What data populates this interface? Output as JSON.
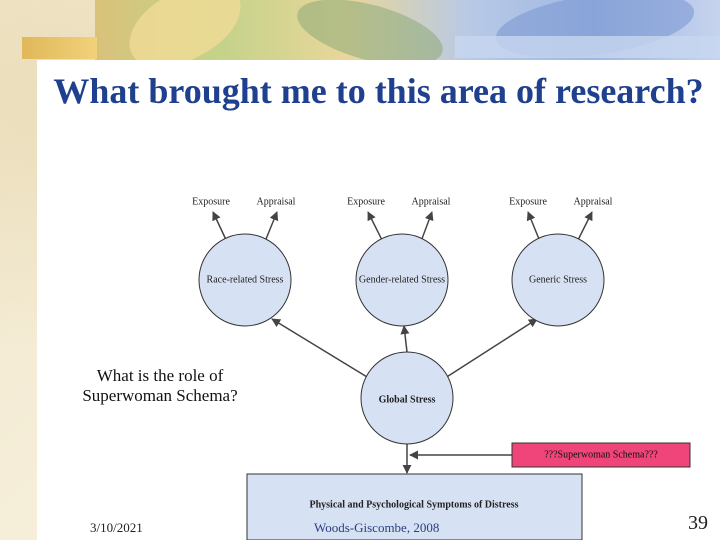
{
  "title": "What brought me to this area of research?",
  "groups": [
    {
      "stress": "Race-related Stress",
      "exposure": "Exposure",
      "appraisal": "Appraisal"
    },
    {
      "stress": "Gender-related Stress",
      "exposure": "Exposure",
      "appraisal": "Appraisal"
    },
    {
      "stress": "Generic Stress",
      "exposure": "Exposure",
      "appraisal": "Appraisal"
    }
  ],
  "global_stress": "Global Stress",
  "superwoman_box": "???Superwoman Schema???",
  "outcome_box": "Physical and Psychological Symptoms of Distress",
  "question": "What is the role of Superwoman Schema?",
  "footer": {
    "date": "3/10/2021",
    "author": "Woods-Giscombe, 2008",
    "slide_number": "39"
  },
  "colors": {
    "title": "#1f3f8f",
    "circle_fill": "#d6e2f3",
    "superwoman_fill": "#f0457a"
  }
}
